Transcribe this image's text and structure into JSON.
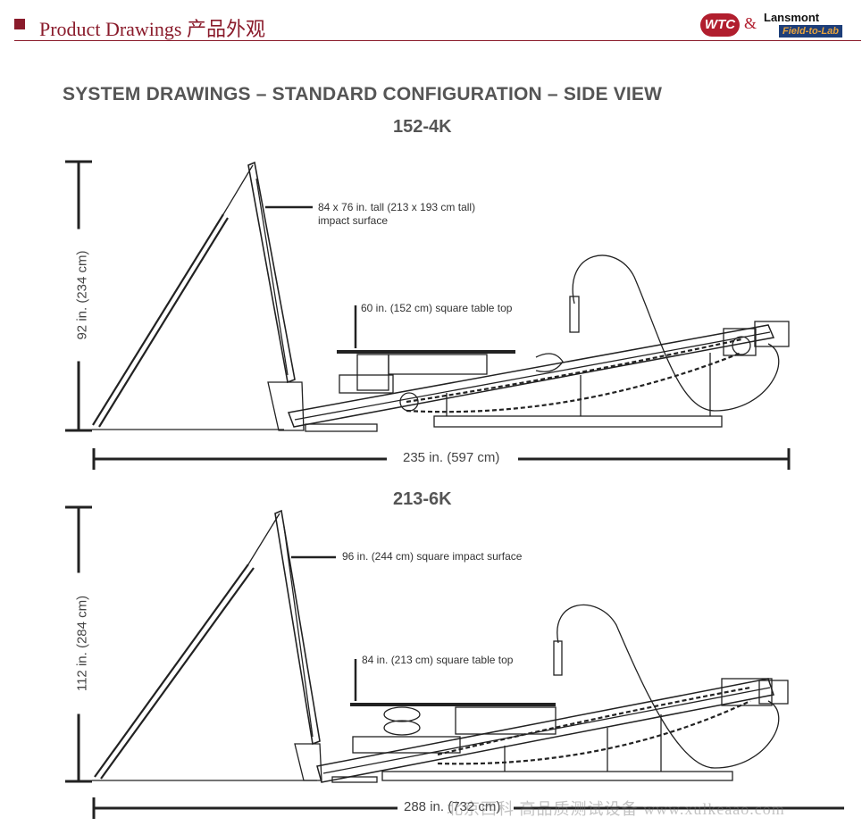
{
  "header": {
    "title": "Product Drawings 产品外观",
    "logo_wtc": "WTC",
    "logo_amp": "&",
    "logo_lansmont": "Lansmont",
    "logo_field_to_lab": "Field-to-Lab",
    "accent_color": "#8a1b2b"
  },
  "main_heading": "SYSTEM DRAWINGS – STANDARD CONFIGURATION – SIDE VIEW",
  "drawings": [
    {
      "model": "152-4K",
      "height_dimension": "92 in. (234 cm)",
      "width_dimension": "235 in. (597 cm)",
      "impact_surface_note_line1": "84 x 76 in. tall (213 x 193 cm tall)",
      "impact_surface_note_line2": "impact surface",
      "table_top_note": "60 in. (152 cm) square table top"
    },
    {
      "model": "213-6K",
      "height_dimension": "112 in. (284 cm)",
      "width_dimension": "288 in. (732 cm)",
      "impact_surface_note": "96 in. (244 cm) square impact surface",
      "table_top_note": "84 in. (213 cm) square table top"
    }
  ],
  "watermark": "北京西科 高品质测试设备 www.xulkeaao.com"
}
